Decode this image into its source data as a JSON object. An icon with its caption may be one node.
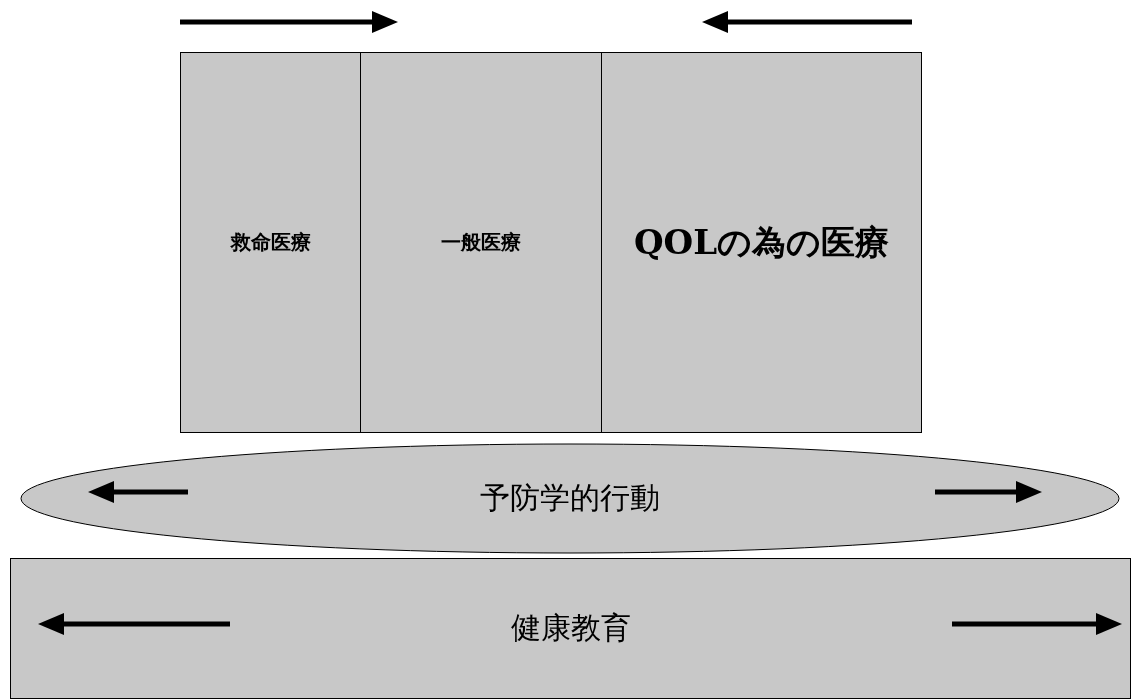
{
  "diagram": {
    "nodes": [
      {
        "text": [
          "救命医療"
        ]
      },
      {
        "text": [
          "一般医療"
        ]
      },
      {
        "text": [
          "QOLの為の医療"
        ]
      },
      {
        "text": [
          "予防学的行動"
        ]
      },
      {
        "text": [
          "健康教育"
        ]
      }
    ]
  }
}
